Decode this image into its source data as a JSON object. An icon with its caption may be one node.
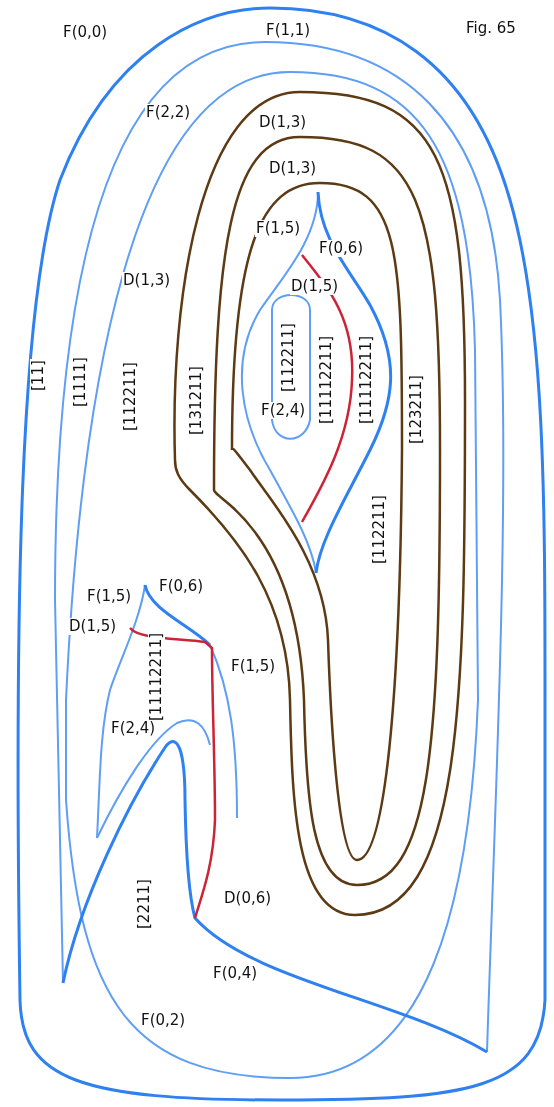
{
  "diagram": {
    "labels": [
      "F(0,0)",
      "F(1,1)",
      "Fig. 65",
      "F(2,2)",
      "D(1,3)",
      "D(1,3)",
      "F(1,5)",
      "F(0,6)",
      "D(1,3)",
      "D(1,5)",
      "[11]",
      "[1111]",
      "[112211]",
      "[131211]",
      "[112211]",
      "[11112211]",
      "[11112211]",
      "[123211]",
      "F(2,4)",
      "[112211]",
      "F(1,5)",
      "F(0,6)",
      "D(1,5)",
      "[11112211]",
      "F(1,5)",
      "F(2,4)",
      "[2211]",
      "D(0,6)",
      "F(0,4)",
      "F(0,2)"
    ]
  }
}
